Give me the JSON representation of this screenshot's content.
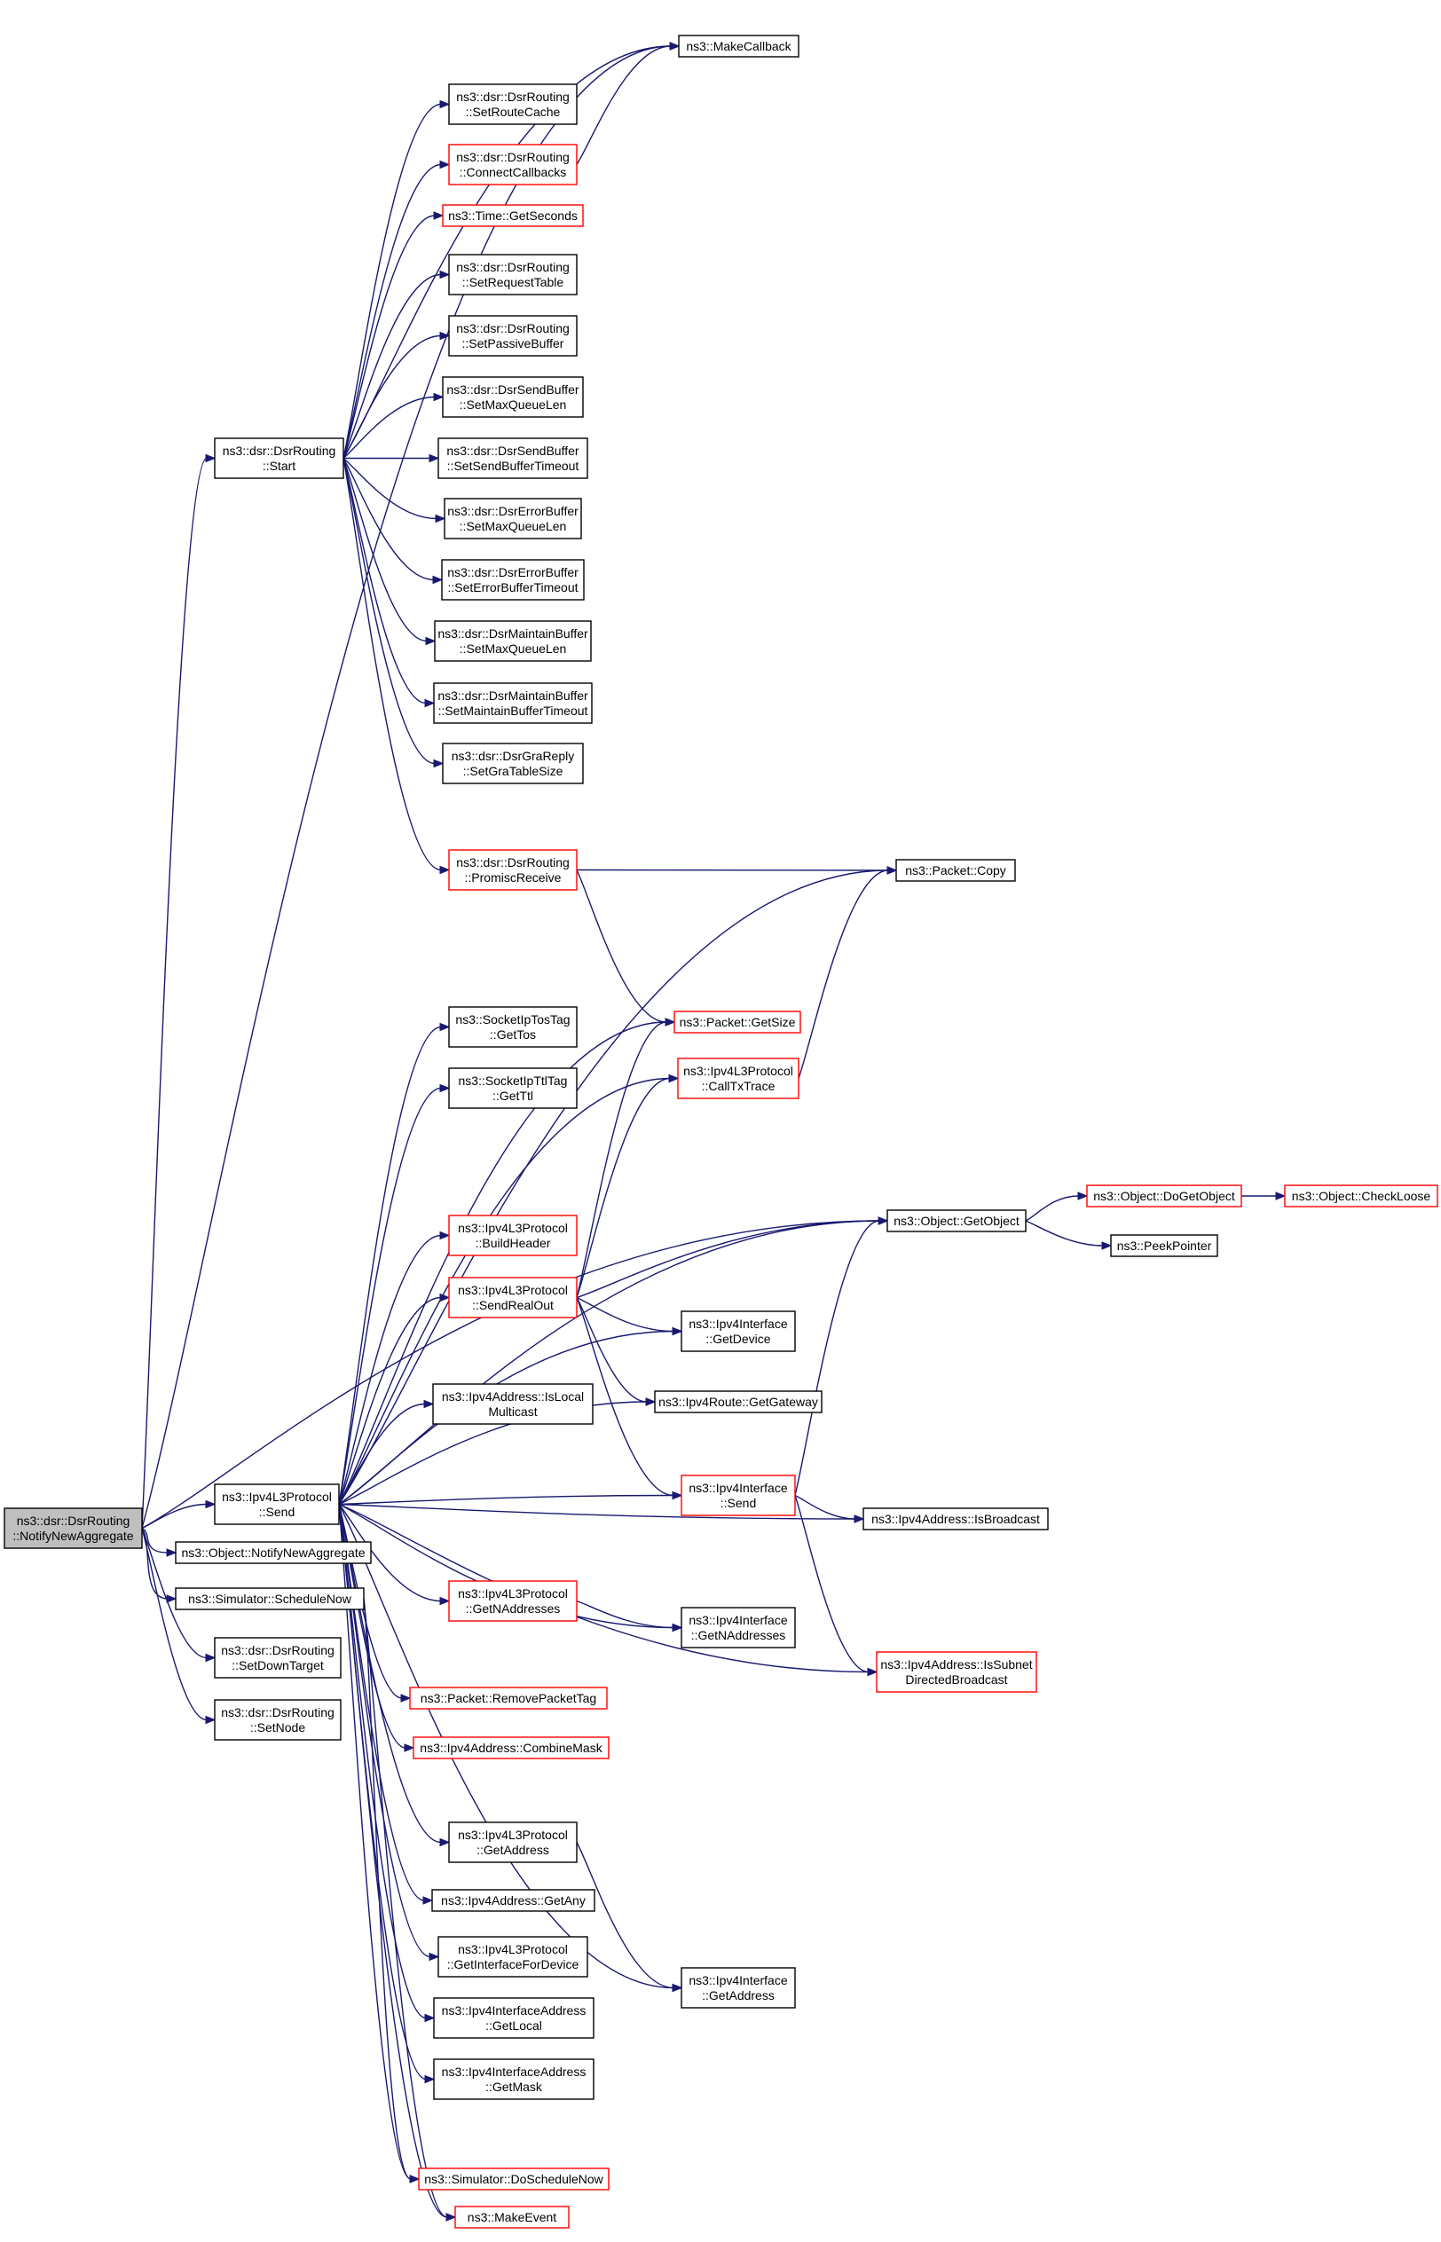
{
  "nodes": [
    {
      "id": "root",
      "lines": [
        "ns3::dsr::DsrRouting",
        "::NotifyNewAggregate"
      ],
      "red": false,
      "root": true
    },
    {
      "id": "start",
      "lines": [
        "ns3::dsr::DsrRouting",
        "::Start"
      ],
      "red": false
    },
    {
      "id": "send",
      "lines": [
        "ns3::Ipv4L3Protocol",
        "::Send"
      ],
      "red": false
    },
    {
      "id": "objnotify",
      "lines": [
        "ns3::Object::NotifyNewAggregate"
      ],
      "red": false
    },
    {
      "id": "schednow",
      "lines": [
        "ns3::Simulator::ScheduleNow"
      ],
      "red": false
    },
    {
      "id": "setdown",
      "lines": [
        "ns3::dsr::DsrRouting",
        "::SetDownTarget"
      ],
      "red": false
    },
    {
      "id": "setnode",
      "lines": [
        "ns3::dsr::DsrRouting",
        "::SetNode"
      ],
      "red": false
    },
    {
      "id": "makecb",
      "lines": [
        "ns3::MakeCallback"
      ],
      "red": false
    },
    {
      "id": "setroutecache",
      "lines": [
        "ns3::dsr::DsrRouting",
        "::SetRouteCache"
      ],
      "red": false
    },
    {
      "id": "connectcb",
      "lines": [
        "ns3::dsr::DsrRouting",
        "::ConnectCallbacks"
      ],
      "red": true
    },
    {
      "id": "getseconds",
      "lines": [
        "ns3::Time::GetSeconds"
      ],
      "red": true
    },
    {
      "id": "setreqtable",
      "lines": [
        "ns3::dsr::DsrRouting",
        "::SetRequestTable"
      ],
      "red": false
    },
    {
      "id": "setpassive",
      "lines": [
        "ns3::dsr::DsrRouting",
        "::SetPassiveBuffer"
      ],
      "red": false
    },
    {
      "id": "sbmaxq",
      "lines": [
        "ns3::dsr::DsrSendBuffer",
        "::SetMaxQueueLen"
      ],
      "red": false
    },
    {
      "id": "sbtimeout",
      "lines": [
        "ns3::dsr::DsrSendBuffer",
        "::SetSendBufferTimeout"
      ],
      "red": false
    },
    {
      "id": "ebmaxq",
      "lines": [
        "ns3::dsr::DsrErrorBuffer",
        "::SetMaxQueueLen"
      ],
      "red": false
    },
    {
      "id": "ebtimeout",
      "lines": [
        "ns3::dsr::DsrErrorBuffer",
        "::SetErrorBufferTimeout"
      ],
      "red": false
    },
    {
      "id": "mbmaxq",
      "lines": [
        "ns3::dsr::DsrMaintainBuffer",
        "::SetMaxQueueLen"
      ],
      "red": false
    },
    {
      "id": "mbtimeout",
      "lines": [
        "ns3::dsr::DsrMaintainBuffer",
        "::SetMaintainBufferTimeout"
      ],
      "red": false
    },
    {
      "id": "grareply",
      "lines": [
        "ns3::dsr::DsrGraReply",
        "::SetGraTableSize"
      ],
      "red": false
    },
    {
      "id": "promisc",
      "lines": [
        "ns3::dsr::DsrRouting",
        "::PromiscReceive"
      ],
      "red": true
    },
    {
      "id": "pktcopy",
      "lines": [
        "ns3::Packet::Copy"
      ],
      "red": false
    },
    {
      "id": "gettos",
      "lines": [
        "ns3::SocketIpTosTag",
        "::GetTos"
      ],
      "red": false
    },
    {
      "id": "getttl",
      "lines": [
        "ns3::SocketIpTtlTag",
        "::GetTtl"
      ],
      "red": false
    },
    {
      "id": "pktsize",
      "lines": [
        "ns3::Packet::GetSize"
      ],
      "red": true
    },
    {
      "id": "calltx",
      "lines": [
        "ns3::Ipv4L3Protocol",
        "::CallTxTrace"
      ],
      "red": true
    },
    {
      "id": "buildheader",
      "lines": [
        "ns3::Ipv4L3Protocol",
        "::BuildHeader"
      ],
      "red": true
    },
    {
      "id": "sendrealout",
      "lines": [
        "ns3::Ipv4L3Protocol",
        "::SendRealOut"
      ],
      "red": true
    },
    {
      "id": "getobject",
      "lines": [
        "ns3::Object::GetObject"
      ],
      "red": false
    },
    {
      "id": "dogetobject",
      "lines": [
        "ns3::Object::DoGetObject"
      ],
      "red": true
    },
    {
      "id": "checkloose",
      "lines": [
        "ns3::Object::CheckLoose"
      ],
      "red": true
    },
    {
      "id": "peekptr",
      "lines": [
        "ns3::PeekPointer"
      ],
      "red": false
    },
    {
      "id": "getdevice",
      "lines": [
        "ns3::Ipv4Interface",
        "::GetDevice"
      ],
      "red": false
    },
    {
      "id": "islocalmc",
      "lines": [
        "ns3::Ipv4Address::IsLocal",
        "Multicast"
      ],
      "red": false
    },
    {
      "id": "getgateway",
      "lines": [
        "ns3::Ipv4Route::GetGateway"
      ],
      "red": false
    },
    {
      "id": "ifsend",
      "lines": [
        "ns3::Ipv4Interface",
        "::Send"
      ],
      "red": true
    },
    {
      "id": "isbroadcast",
      "lines": [
        "ns3::Ipv4Address::IsBroadcast"
      ],
      "red": false
    },
    {
      "id": "l3getnaddr",
      "lines": [
        "ns3::Ipv4L3Protocol",
        "::GetNAddresses"
      ],
      "red": true
    },
    {
      "id": "ifgetnaddr",
      "lines": [
        "ns3::Ipv4Interface",
        "::GetNAddresses"
      ],
      "red": false
    },
    {
      "id": "subnetbc",
      "lines": [
        "ns3::Ipv4Address::IsSubnet",
        "DirectedBroadcast"
      ],
      "red": true
    },
    {
      "id": "removetag",
      "lines": [
        "ns3::Packet::RemovePacketTag"
      ],
      "red": true
    },
    {
      "id": "combinemask",
      "lines": [
        "ns3::Ipv4Address::CombineMask"
      ],
      "red": true
    },
    {
      "id": "l3getaddr",
      "lines": [
        "ns3::Ipv4L3Protocol",
        "::GetAddress"
      ],
      "red": false
    },
    {
      "id": "getany",
      "lines": [
        "ns3::Ipv4Address::GetAny"
      ],
      "red": false
    },
    {
      "id": "getiffordev",
      "lines": [
        "ns3::Ipv4L3Protocol",
        "::GetInterfaceForDevice"
      ],
      "red": false
    },
    {
      "id": "ifgetaddr",
      "lines": [
        "ns3::Ipv4Interface",
        "::GetAddress"
      ],
      "red": false
    },
    {
      "id": "getlocal",
      "lines": [
        "ns3::Ipv4InterfaceAddress",
        "::GetLocal"
      ],
      "red": false
    },
    {
      "id": "getmask",
      "lines": [
        "ns3::Ipv4InterfaceAddress",
        "::GetMask"
      ],
      "red": false
    },
    {
      "id": "doschednow",
      "lines": [
        "ns3::Simulator::DoScheduleNow"
      ],
      "red": true
    },
    {
      "id": "makeevent",
      "lines": [
        "ns3::MakeEvent"
      ],
      "red": true
    }
  ],
  "edges": [
    [
      "root",
      "start"
    ],
    [
      "root",
      "send"
    ],
    [
      "root",
      "objnotify"
    ],
    [
      "root",
      "schednow"
    ],
    [
      "root",
      "setdown"
    ],
    [
      "root",
      "setnode"
    ],
    [
      "root",
      "makecb"
    ],
    [
      "root",
      "getobject"
    ],
    [
      "start",
      "makecb"
    ],
    [
      "start",
      "setroutecache"
    ],
    [
      "start",
      "connectcb"
    ],
    [
      "start",
      "getseconds"
    ],
    [
      "start",
      "setreqtable"
    ],
    [
      "start",
      "setpassive"
    ],
    [
      "start",
      "sbmaxq"
    ],
    [
      "start",
      "sbtimeout"
    ],
    [
      "start",
      "ebmaxq"
    ],
    [
      "start",
      "ebtimeout"
    ],
    [
      "start",
      "mbmaxq"
    ],
    [
      "start",
      "mbtimeout"
    ],
    [
      "start",
      "grareply"
    ],
    [
      "start",
      "promisc"
    ],
    [
      "connectcb",
      "makecb"
    ],
    [
      "promisc",
      "pktcopy"
    ],
    [
      "promisc",
      "pktsize"
    ],
    [
      "calltx",
      "pktcopy"
    ],
    [
      "send",
      "pktcopy"
    ],
    [
      "send",
      "gettos"
    ],
    [
      "send",
      "getttl"
    ],
    [
      "send",
      "pktsize"
    ],
    [
      "send",
      "calltx"
    ],
    [
      "send",
      "buildheader"
    ],
    [
      "send",
      "sendrealout"
    ],
    [
      "send",
      "getobject"
    ],
    [
      "send",
      "getdevice"
    ],
    [
      "send",
      "islocalmc"
    ],
    [
      "send",
      "getgateway"
    ],
    [
      "send",
      "ifsend"
    ],
    [
      "send",
      "isbroadcast"
    ],
    [
      "send",
      "l3getnaddr"
    ],
    [
      "send",
      "ifgetnaddr"
    ],
    [
      "send",
      "subnetbc"
    ],
    [
      "send",
      "removetag"
    ],
    [
      "send",
      "combinemask"
    ],
    [
      "send",
      "l3getaddr"
    ],
    [
      "send",
      "getany"
    ],
    [
      "send",
      "getiffordev"
    ],
    [
      "send",
      "ifgetaddr"
    ],
    [
      "send",
      "getlocal"
    ],
    [
      "send",
      "getmask"
    ],
    [
      "send",
      "doschednow"
    ],
    [
      "send",
      "makeevent"
    ],
    [
      "sendrealout",
      "pktsize"
    ],
    [
      "sendrealout",
      "calltx"
    ],
    [
      "sendrealout",
      "getobject"
    ],
    [
      "sendrealout",
      "getdevice"
    ],
    [
      "sendrealout",
      "getgateway"
    ],
    [
      "sendrealout",
      "ifsend"
    ],
    [
      "getobject",
      "dogetobject"
    ],
    [
      "getobject",
      "peekptr"
    ],
    [
      "dogetobject",
      "checkloose"
    ],
    [
      "ifsend",
      "getobject"
    ],
    [
      "ifsend",
      "isbroadcast"
    ],
    [
      "ifsend",
      "subnetbc"
    ],
    [
      "l3getnaddr",
      "ifgetnaddr"
    ],
    [
      "l3getaddr",
      "ifgetaddr"
    ],
    [
      "schednow",
      "doschednow"
    ],
    [
      "schednow",
      "makeevent"
    ]
  ]
}
